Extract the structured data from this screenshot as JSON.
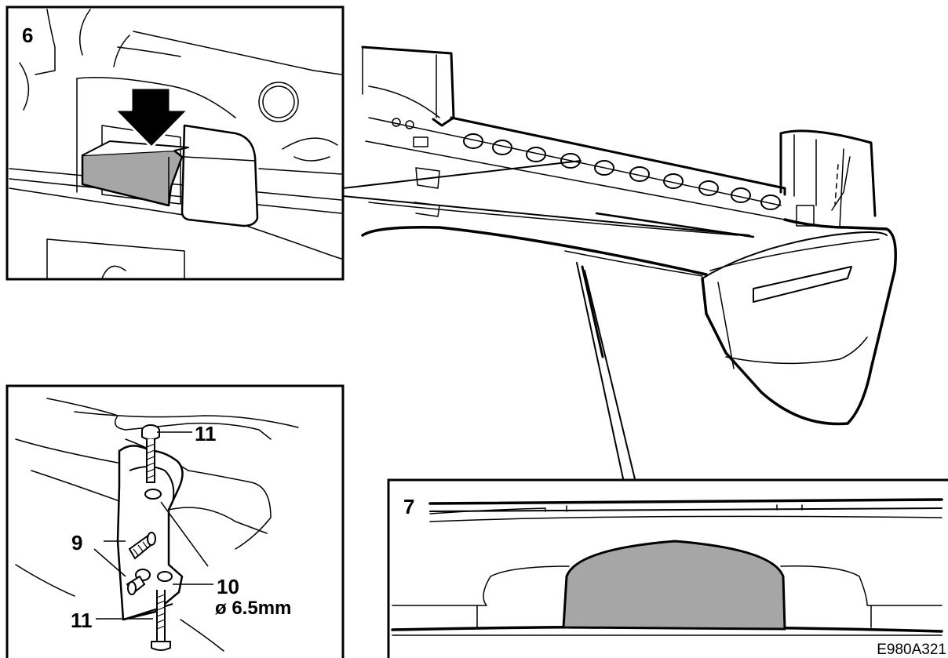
{
  "figure": {
    "reference_code": "E980A321"
  },
  "panels": {
    "detail_6": {
      "number": "6"
    },
    "detail_7": {
      "number": "7"
    },
    "detail_bracket": {
      "callouts": {
        "bolt_top": "11",
        "bolt_side": "9",
        "bracket": "10",
        "hole_size": "ø 6.5mm",
        "bolt_bottom": "11"
      }
    }
  },
  "colors": {
    "line": "#000000",
    "background": "#ffffff",
    "highlight_fill": "#a6a6a6"
  },
  "icons": [
    "down-arrow-icon"
  ]
}
